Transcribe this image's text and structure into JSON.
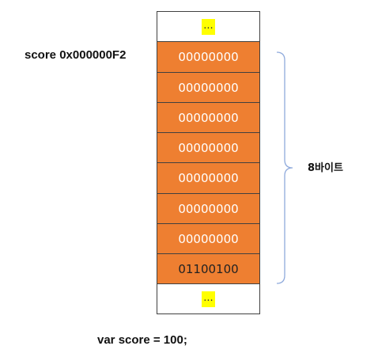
{
  "variable_address_label": "score 0x000000F2",
  "code_statement": "var score = 100;",
  "byte_size_label": "8바이트",
  "ellipsis": "...",
  "memory_cells": [
    "00000000",
    "00000000",
    "00000000",
    "00000000",
    "00000000",
    "00000000",
    "00000000",
    "01100100"
  ],
  "colors": {
    "cell_fill": "#ee7f31",
    "ellipsis_highlight": "#ffff00",
    "brace": "#8faadc"
  }
}
